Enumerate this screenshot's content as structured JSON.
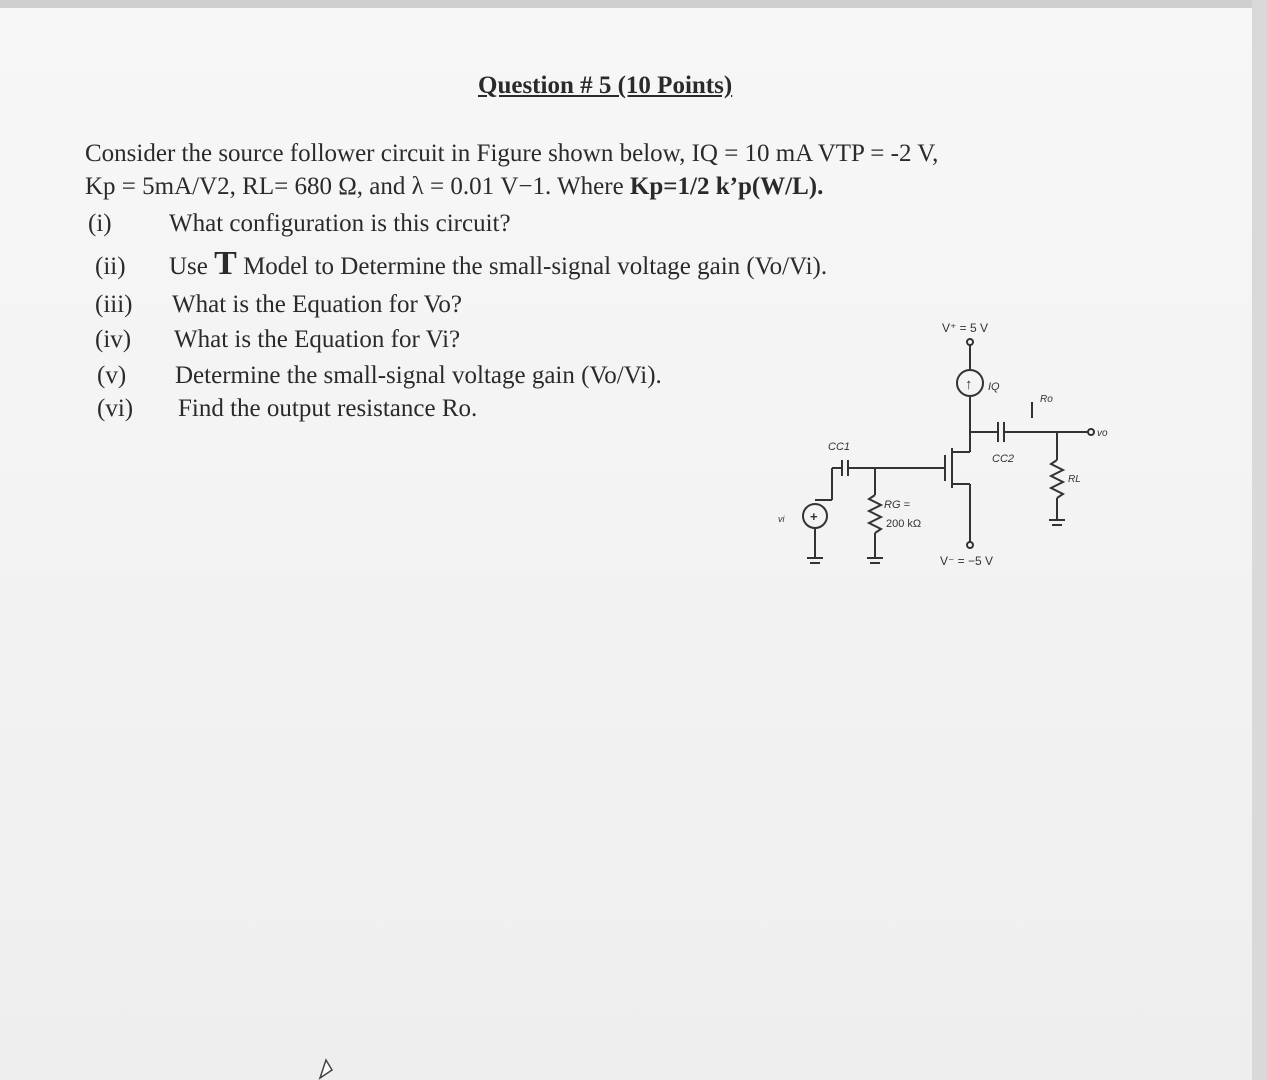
{
  "question": {
    "title": "Question # 5 (10 Points)",
    "intro_line1": "Consider the source follower circuit in Figure shown below, IQ = 10 mA VTP = -2 V,",
    "intro_line2_plain": "Kp = 5mA/V2, RL= 680 Ω, and λ = 0.01 V−1. Where ",
    "intro_line2_bold": "Kp=1/2 k’p(W/L).",
    "parts": [
      {
        "number": "(i)",
        "text": "What configuration is this circuit?"
      },
      {
        "number": "(ii)",
        "text_before": "Use ",
        "big_letter": "T",
        "text_after": " Model to Determine the small-signal voltage gain (Vo/Vi)."
      },
      {
        "number": "(iii)",
        "text": "What is the Equation for Vo?"
      },
      {
        "number": "(iv)",
        "text": "What is the Equation for Vi?"
      },
      {
        "number": "(v)",
        "text": "Determine the small-signal voltage gain (Vo/Vi)."
      },
      {
        "number": "(vi)",
        "text": "Find the output resistance Ro."
      }
    ]
  },
  "circuit": {
    "vplus": "V⁺ = 5 V",
    "vminus": "V⁻ = −5 V",
    "iq": "IQ",
    "ro": "Ro",
    "vo": "vo",
    "cc2": "CC2",
    "cc1": "CC1",
    "rl": "RL",
    "rg_label": "RG =",
    "rg_value": "200 kΩ",
    "vi": "vi",
    "src_sign": "+",
    "iq_arrow": "↑"
  }
}
